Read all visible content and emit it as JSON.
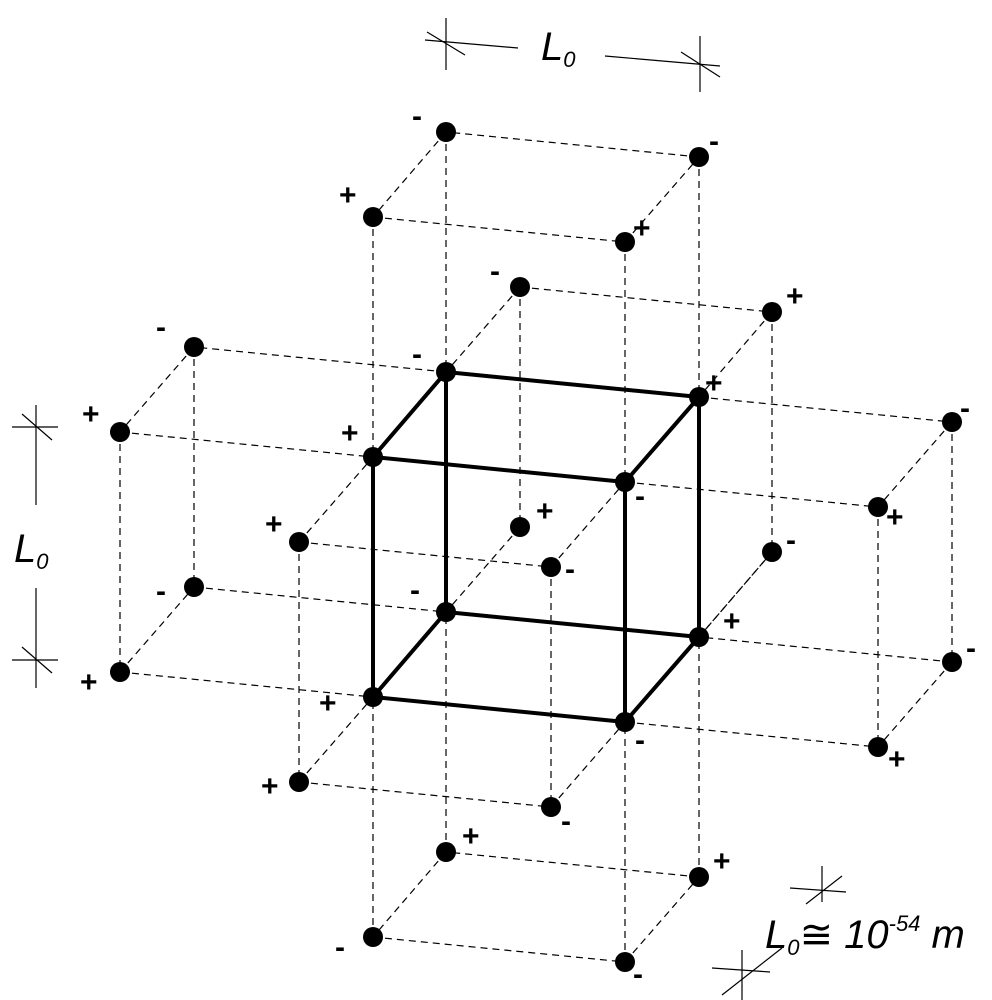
{
  "dimension_label": "L",
  "dimension_subscript": "0",
  "scale_equation": {
    "symbol": "L",
    "subscript": "0",
    "relation": "≅ 10",
    "exponent": "-54",
    "unit": " m"
  },
  "charges": [
    "-",
    "+",
    "+",
    "-",
    "-",
    "+",
    "-",
    "+",
    "+",
    "-",
    "-",
    "+",
    "+",
    "-",
    "+",
    "-",
    "-",
    "+",
    "+",
    "-",
    "-",
    "+",
    "-",
    "+",
    "-",
    "+",
    "+",
    "-",
    "+",
    "-",
    "-",
    "+"
  ],
  "colors": {
    "line": "#000000",
    "background": "#ffffff"
  }
}
